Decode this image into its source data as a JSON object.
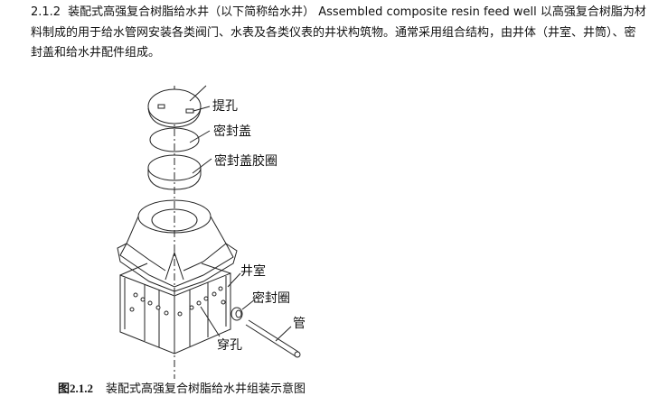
{
  "paragraph": {
    "section_number": "2.1.2",
    "text": "装配式高强复合树脂给水井（以下简称给水井） Assembled composite resin feed well 以高强复合树脂为材料制成的用于给水管网安装各类阀门、水表及各类仪表的井状构筑物。通常采用组合结构，由井体（井室、井筒）、密封盖和给水井配件组成。"
  },
  "figure": {
    "labels": {
      "lift_hole": "提孔",
      "seal_cover": "密封盖",
      "seal_cover_gasket": "密封盖胶圈",
      "well_chamber": "井室",
      "seal_ring": "密封圈",
      "pipe": "管",
      "through_hole": "穿孔"
    },
    "caption_number": "图2.1.2",
    "caption_text": "装配式高强复合树脂给水井组装示意图"
  }
}
